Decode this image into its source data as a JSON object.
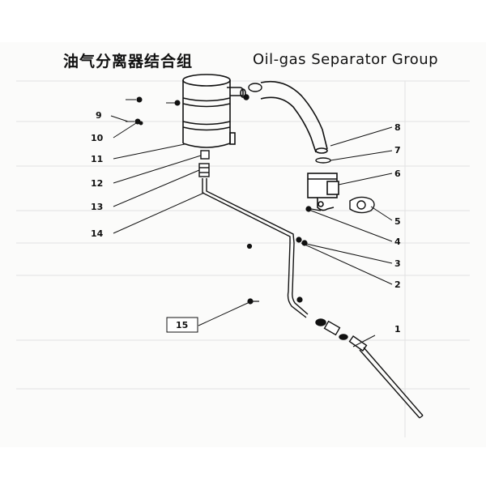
{
  "title": {
    "chinese": "油气分离器结合组",
    "english": "Oil-gas Separator Group"
  },
  "callouts": [
    "1",
    "2",
    "3",
    "4",
    "5",
    "6",
    "7",
    "8",
    "9",
    "10",
    "11",
    "12",
    "13",
    "14"
  ],
  "boxed_callout": "15"
}
